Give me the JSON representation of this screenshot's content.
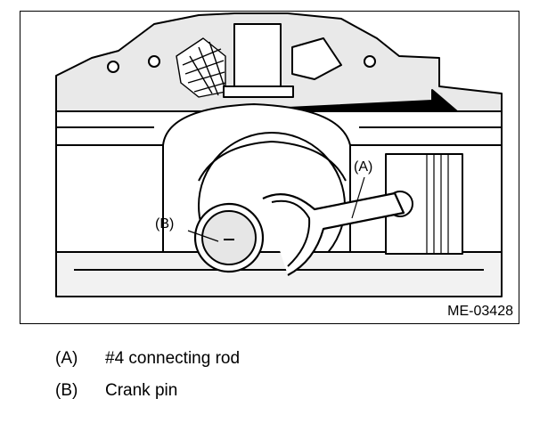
{
  "figure": {
    "id": "ME-03428",
    "callouts": [
      {
        "key": "A",
        "text": "(A)"
      },
      {
        "key": "B",
        "text": "(B)"
      }
    ]
  },
  "legend": [
    {
      "key": "(A)",
      "label": "#4 connecting rod"
    },
    {
      "key": "(B)",
      "label": "Crank pin"
    }
  ]
}
